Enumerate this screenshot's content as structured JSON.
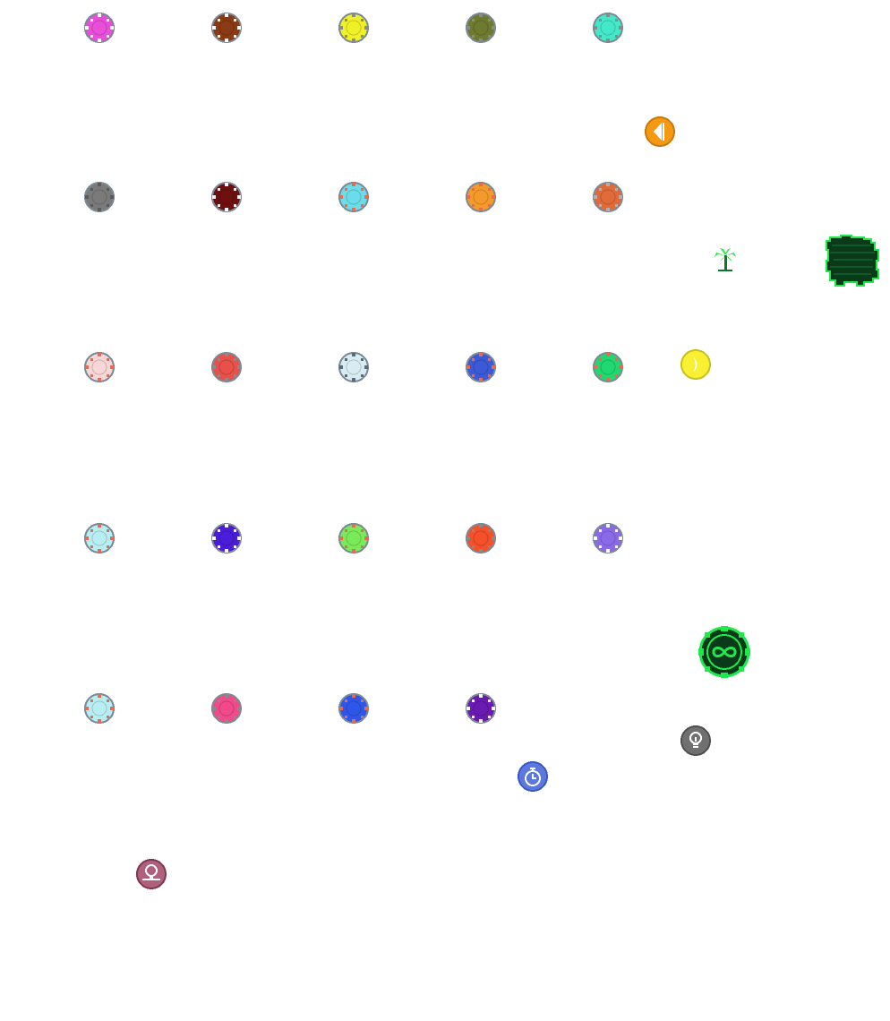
{
  "scene": {
    "background": "#ffffff"
  },
  "chips": [
    {
      "name": "chip-magenta",
      "fill": "#e84ed8",
      "accent": "#ffffff"
    },
    {
      "name": "chip-brown",
      "fill": "#8a3a14",
      "accent": "#ffffff"
    },
    {
      "name": "chip-yellow",
      "fill": "#f0f028",
      "accent": "#8a8a8a"
    },
    {
      "name": "chip-olive",
      "fill": "#6e7a30",
      "accent": "#8a8a8a"
    },
    {
      "name": "chip-aqua",
      "fill": "#44e8c8",
      "accent": "#8a8a8a"
    },
    {
      "name": "chip-gray",
      "fill": "#7a7a7a",
      "accent": "#5a5a5a"
    },
    {
      "name": "chip-maroon",
      "fill": "#6e1010",
      "accent": "#ffffff"
    },
    {
      "name": "chip-cyan",
      "fill": "#6adcea",
      "accent": "#e86a50"
    },
    {
      "name": "chip-orange",
      "fill": "#f39a2a",
      "accent": "#e86a50"
    },
    {
      "name": "chip-rust",
      "fill": "#e06a3a",
      "accent": "#b0b0b0"
    },
    {
      "name": "chip-pale-pink",
      "fill": "#f6d6d6",
      "accent": "#e86a50"
    },
    {
      "name": "chip-red",
      "fill": "#e8504a",
      "accent": "#8a8a8a"
    },
    {
      "name": "chip-pale-blue",
      "fill": "#d6ecf2",
      "accent": "#5a6a78"
    },
    {
      "name": "chip-royal-blue",
      "fill": "#3a5ad8",
      "accent": "#e86a50"
    },
    {
      "name": "chip-green",
      "fill": "#20d870",
      "accent": "#e86a50"
    },
    {
      "name": "chip-light-cyan",
      "fill": "#b8eef2",
      "accent": "#e86a50"
    },
    {
      "name": "chip-violet",
      "fill": "#4a1ed8",
      "accent": "#ffffff"
    },
    {
      "name": "chip-lime",
      "fill": "#7aea5a",
      "accent": "#e86a50"
    },
    {
      "name": "chip-orange-red",
      "fill": "#f4502a",
      "accent": "#8a8a8a"
    },
    {
      "name": "chip-lavender",
      "fill": "#8a6ae8",
      "accent": "#ffffff"
    },
    {
      "name": "chip-light-cyan-2",
      "fill": "#b8eef2",
      "accent": "#e86a50"
    },
    {
      "name": "chip-pink",
      "fill": "#f04a8a",
      "accent": "#8a8a8a"
    },
    {
      "name": "chip-blue",
      "fill": "#2e56e8",
      "accent": "#e86a50"
    },
    {
      "name": "chip-purple",
      "fill": "#6a1ab0",
      "accent": "#ffffff"
    }
  ],
  "badges": {
    "arrow_left": {
      "fill": "#f39a10",
      "border": "#c87a10",
      "glyph": "#ffffff"
    },
    "moon": {
      "fill": "#f8f030",
      "border": "#c8c020",
      "glyph": "#ffffff"
    },
    "infinity": {
      "fill": "#0a3a1a",
      "border": "#1ee84a",
      "glyph": "#1ee84a"
    },
    "bulb": {
      "fill": "#707070",
      "border": "#505050",
      "glyph": "#ffffff"
    },
    "stopwatch": {
      "fill": "#5a78e0",
      "border": "#3a58c0",
      "glyph": "#ffffff"
    },
    "omega": {
      "fill": "#b0607a",
      "border": "#7a3a50",
      "glyph": "#ffffff"
    }
  },
  "plants": {
    "palm": {
      "leaf": "#3aea5a",
      "trunk": "#0a7a2a"
    },
    "bush": {
      "fill": "#0a3a1a",
      "edge": "#1ee84a"
    }
  }
}
